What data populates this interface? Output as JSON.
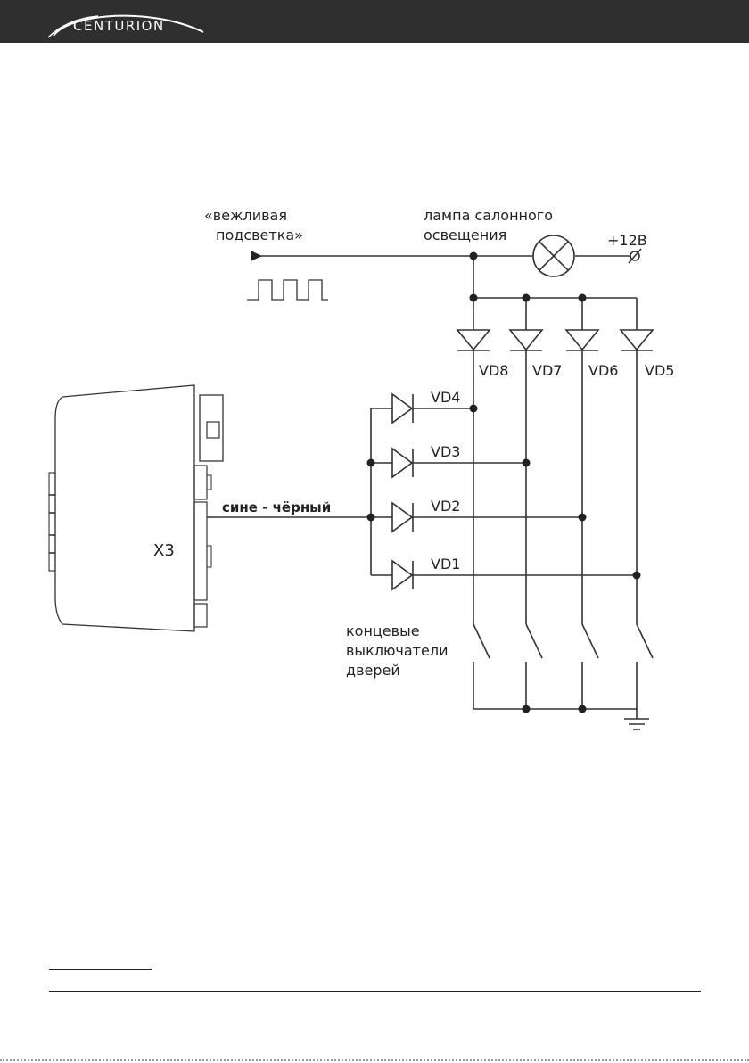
{
  "header": {
    "brand": "CENTURION"
  },
  "diagram": {
    "signal_label_line1": "«вежливая",
    "signal_label_line2": "подсветка»",
    "lamp_label_line1": "лампа салонного",
    "lamp_label_line2": "освещения",
    "supply_label": "+12В",
    "wire_label": "сине - чёрный",
    "connector_label": "X3",
    "upper_diodes": [
      "VD8",
      "VD7",
      "VD6",
      "VD5"
    ],
    "left_diodes": [
      "VD4",
      "VD3",
      "VD2",
      "VD1"
    ],
    "switch_label_line1": "концевые",
    "switch_label_line2": "выключатели",
    "switch_label_line3": "дверей"
  }
}
